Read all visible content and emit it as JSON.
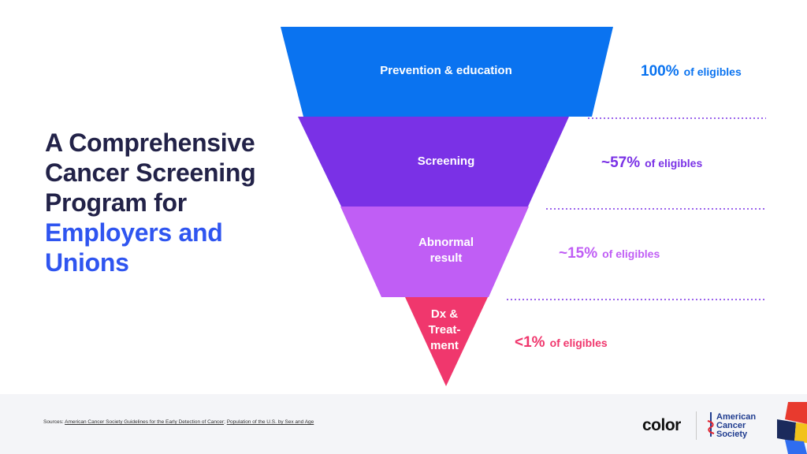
{
  "title": {
    "dark_lines": [
      "A Comprehensive",
      "Cancer Screening",
      "Program for"
    ],
    "accent_lines": [
      "Employers and",
      "Unions"
    ]
  },
  "funnel": {
    "stages": [
      {
        "label": "Prevention & education",
        "percent_text": "100%",
        "suffix": "of eligibles",
        "color": "#0a73f0"
      },
      {
        "label": "Screening",
        "percent_text": "~57%",
        "suffix": "of eligibles",
        "color": "#7a31e6"
      },
      {
        "label": "Abnormal result",
        "percent_text": "~15%",
        "suffix": "of eligibles",
        "color": "#c05ef5"
      },
      {
        "label": "Dx & Treat-ment",
        "percent_text": "<1%",
        "suffix": "of eligibles",
        "color": "#f0376d"
      }
    ],
    "divider_color": "#7a31e6"
  },
  "footer": {
    "sources_prefix": "Sources: ",
    "source_link_1": "American Cancer Society Guidelines for the Early Detection of Cancer",
    "separator": "; ",
    "source_link_2": "Population of the U.S. by Sex and Age",
    "color_logo": "color",
    "acs_logo": {
      "line1": "American",
      "line2": "Cancer",
      "line3": "Society"
    }
  }
}
